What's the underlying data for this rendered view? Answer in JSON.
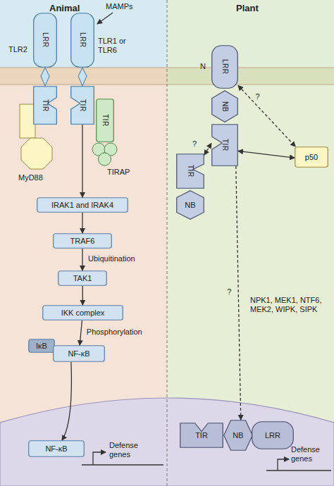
{
  "diagram": {
    "nodes": [
      {
        "text": [
          "LRR"
        ]
      },
      {
        "text": [
          "LRR"
        ]
      },
      {
        "text": [
          "TIR"
        ]
      },
      {
        "text": [
          "TIR"
        ]
      },
      {
        "text": [
          "TIR"
        ]
      },
      {
        "text": [
          "IRAK1 and IRAK4"
        ]
      },
      {
        "text": [
          "TRAF6"
        ]
      },
      {
        "text": [
          "TAK1"
        ]
      },
      {
        "text": [
          "IKK complex"
        ]
      },
      {
        "text": [
          "IκB"
        ]
      },
      {
        "text": [
          "NF-κB"
        ]
      },
      {
        "text": [
          "NF-κB"
        ]
      },
      {
        "text": [
          "LRR"
        ]
      },
      {
        "text": [
          "NB"
        ]
      },
      {
        "text": [
          "TIR"
        ]
      },
      {
        "text": [
          "p50"
        ]
      },
      {
        "text": [
          "TIR"
        ]
      },
      {
        "text": [
          "NB"
        ]
      },
      {
        "text": [
          "TIR"
        ]
      },
      {
        "text": [
          "NB"
        ]
      },
      {
        "text": [
          "LRR"
        ]
      }
    ],
    "edges": [
      {
        "from": 3,
        "to": 5,
        "arrow": "to"
      },
      {
        "from": 5,
        "to": 6,
        "arrow": "to"
      },
      {
        "from": 6,
        "to": 7,
        "label": "Ubiquitination",
        "arrow": "to"
      },
      {
        "from": 7,
        "to": 8,
        "arrow": "to"
      },
      {
        "from": 8,
        "to": 10,
        "label": "Phosphorylation",
        "arrow": "to"
      },
      {
        "from": 10,
        "to": 11,
        "arrow": "to"
      },
      {
        "from": 12,
        "to": 15,
        "label": "?",
        "arrow": "both"
      },
      {
        "from": 14,
        "to": 15,
        "arrow": "both"
      },
      {
        "from": 16,
        "to": 14,
        "label": "?",
        "arrow": "both"
      },
      {
        "from": 14,
        "to": 19,
        "label": "?",
        "arrow": "to"
      }
    ],
    "labels": [
      "Animal",
      "MAMPs",
      "TLR2",
      "TLR1 or TLR6",
      "MyD88",
      "TIRAP",
      "Defense genes",
      "Plant",
      "N",
      "NPK1, MEK1, NTF6, MEK2, WIPK, SIPK",
      "Defense genes"
    ]
  }
}
